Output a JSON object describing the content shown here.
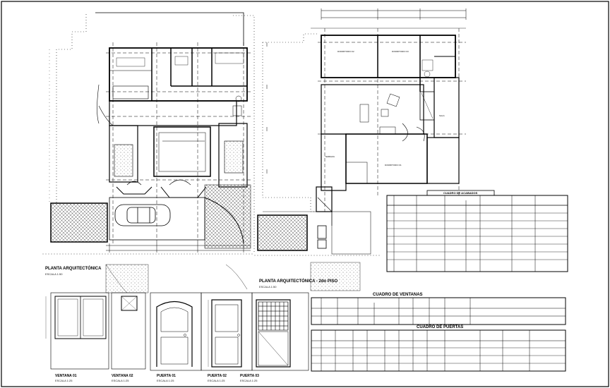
{
  "plan_first_floor": {
    "title": "PLANTA ARQUITECTÓNICA",
    "scale": "ESCALA 1:50"
  },
  "plan_second_floor": {
    "title": "PLANTA ARQUITECTÓNICA - 2do PISO",
    "scale": "ESCALA 1:50"
  },
  "windows": {
    "v1": {
      "title": "VENTANA 01",
      "scale": "ESCALA 1:25"
    },
    "v2": {
      "title": "VENTANA 02",
      "scale": "ESCALA 1:25"
    }
  },
  "doors": {
    "p1": {
      "title": "PUERTA 01",
      "scale": "ESCALA 1:25"
    },
    "p2": {
      "title": "PUERTA 02",
      "scale": "ESCALA 1:25"
    },
    "p3": {
      "title": "PUERTA 03",
      "scale": "ESCALA 1:25"
    }
  },
  "tables": {
    "acabados": {
      "title": "CUADRO DE ACABADOS"
    },
    "ventanas": {
      "title": "CUADRO DE VENTANAS"
    },
    "puertas": {
      "title": "CUADRO DE PUERTAS"
    }
  },
  "rooms": {
    "dormitorio2": "DORMITORIO 02",
    "dormitorio3": "DORMITORIO 03",
    "dormitorio1": "DORMITORIO 01",
    "terraza": "TERRAZA",
    "sala": "SALA"
  },
  "colors": {
    "line": "#000000",
    "paper": "#ffffff",
    "hatch": "#555555"
  }
}
